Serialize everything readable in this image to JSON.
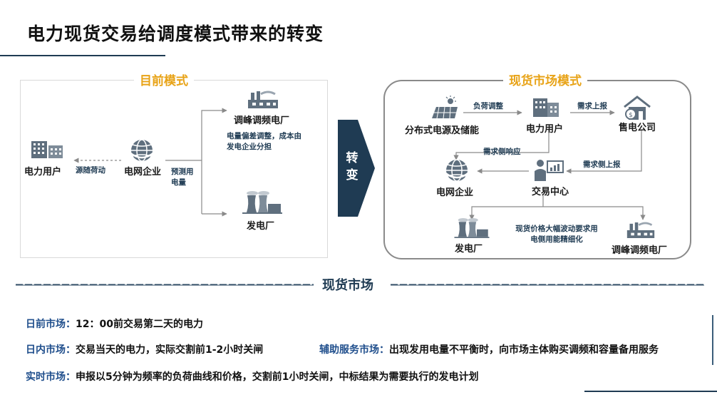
{
  "title": "电力现货交易给调度模式带来的转变",
  "current_mode": {
    "heading": "目前模式",
    "nodes": {
      "user": "电力用户",
      "grid": "电网企业",
      "peak_plant": "调峰调频电厂",
      "plant": "发电厂"
    },
    "edges": {
      "grid_to_user": "源随荷动",
      "grid_forecast": "预测用电量",
      "deviation_note": "电量偏差调整，成本由发电企业分担"
    }
  },
  "transform_label": "转变",
  "spot_mode": {
    "heading": "现货市场模式",
    "nodes": {
      "distributed": "分布式电源及储能",
      "user": "电力用户",
      "retailer": "售电公司",
      "grid": "电网企业",
      "exchange": "交易中心",
      "plant": "发电厂",
      "peak_plant": "调峰调频电厂"
    },
    "edges": {
      "load_adjust": "负荷调整",
      "demand_report": "需求上报",
      "demand_response": "需求侧响应",
      "demand_side_report": "需求侧上报",
      "price_note": "现货价格大幅波动要求用电侧用能精细化"
    }
  },
  "spot_market_heading": "现货市场",
  "markets": {
    "day_ahead": {
      "k": "日前市场：",
      "v": "12：00前交易第二天的电力"
    },
    "intraday": {
      "k": "日内市场：",
      "v": "交易当天的电力，实际交割前1-2小时关闸"
    },
    "ancillary": {
      "k": "辅助服务市场：",
      "v": "出现发用电量不平衡时，向市场主体购买调频和容量备用服务"
    },
    "realtime": {
      "k": "实时市场：",
      "v": "申报以5分钟为频率的负荷曲线和价格，交割前1小时关闸，中标结果为需要执行的发电计划"
    }
  },
  "colors": {
    "accent": "#e8a317",
    "navy": "#1f3b53",
    "icon": "#5f6f7e"
  }
}
